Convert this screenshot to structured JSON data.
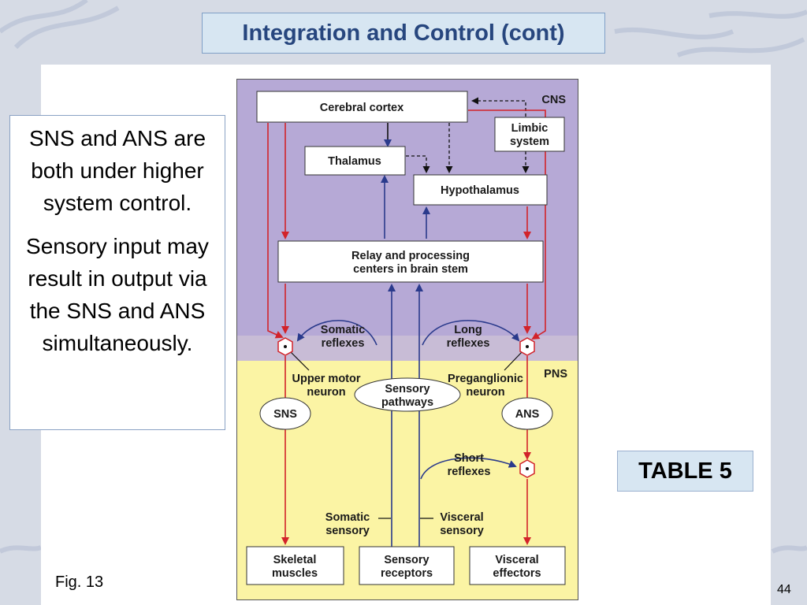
{
  "slide": {
    "title": "Integration and Control (cont)",
    "note_paragraphs": [
      "SNS and ANS are both under higher system control.",
      "Sensory input may result in output via the SNS and ANS simultaneously."
    ],
    "table_label": "TABLE 5",
    "figure_caption": "Fig. 13",
    "slide_number": "44"
  },
  "diagram": {
    "region_cns": "CNS",
    "region_pns": "PNS",
    "nodes": {
      "cerebral_cortex": "Cerebral cortex",
      "limbic_line1": "Limbic",
      "limbic_line2": "system",
      "thalamus": "Thalamus",
      "hypothalamus": "Hypothalamus",
      "relay_line1": "Relay and processing",
      "relay_line2": "centers in brain stem",
      "sns": "SNS",
      "ans": "ANS",
      "sensory_pathways_line1": "Sensory",
      "sensory_pathways_line2": "pathways",
      "skeletal_line1": "Skeletal",
      "skeletal_line2": "muscles",
      "receptors_line1": "Sensory",
      "receptors_line2": "receptors",
      "visceral_effectors_line1": "Visceral",
      "visceral_effectors_line2": "effectors"
    },
    "labels": {
      "somatic_reflexes_line1": "Somatic",
      "somatic_reflexes_line2": "reflexes",
      "long_reflexes_line1": "Long",
      "long_reflexes_line2": "reflexes",
      "upper_motor_line1": "Upper motor",
      "upper_motor_line2": "neuron",
      "preganglionic_line1": "Preganglionic",
      "preganglionic_line2": "neuron",
      "short_reflexes_line1": "Short",
      "short_reflexes_line2": "reflexes",
      "somatic_sensory_line1": "Somatic",
      "somatic_sensory_line2": "sensory",
      "visceral_sensory_line1": "Visceral",
      "visceral_sensory_line2": "sensory"
    },
    "colors": {
      "cns_fill": "#b6a9d6",
      "pns_fill": "#fbf4a4",
      "motor_arrow": "#d2232a",
      "sensory_arrow": "#2a3a8c"
    }
  }
}
